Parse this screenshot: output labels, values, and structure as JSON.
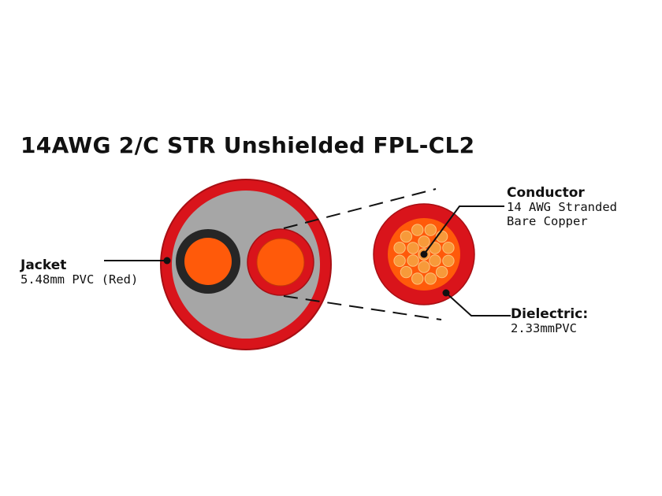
{
  "title": "14AWG 2/C STR Unshielded FPL-CL2",
  "labels": {
    "jacket": {
      "head": "Jacket",
      "line1": "5.48mm PVC (Red)"
    },
    "conductor": {
      "head": "Conductor",
      "line1": "14 AWG Stranded",
      "line2": "Bare Copper"
    },
    "dielectric": {
      "head": "Dielectric:",
      "line1": "2.33mmPVC"
    }
  },
  "colors": {
    "jacket_red": "#d9141b",
    "jacket_edge": "#a80f14",
    "filler_gray": "#a6a6a6",
    "insulation_black": "#262626",
    "conductor_orange": "#ff5a0a",
    "strand_orange": "#f79a3a",
    "line_black": "#111111"
  }
}
